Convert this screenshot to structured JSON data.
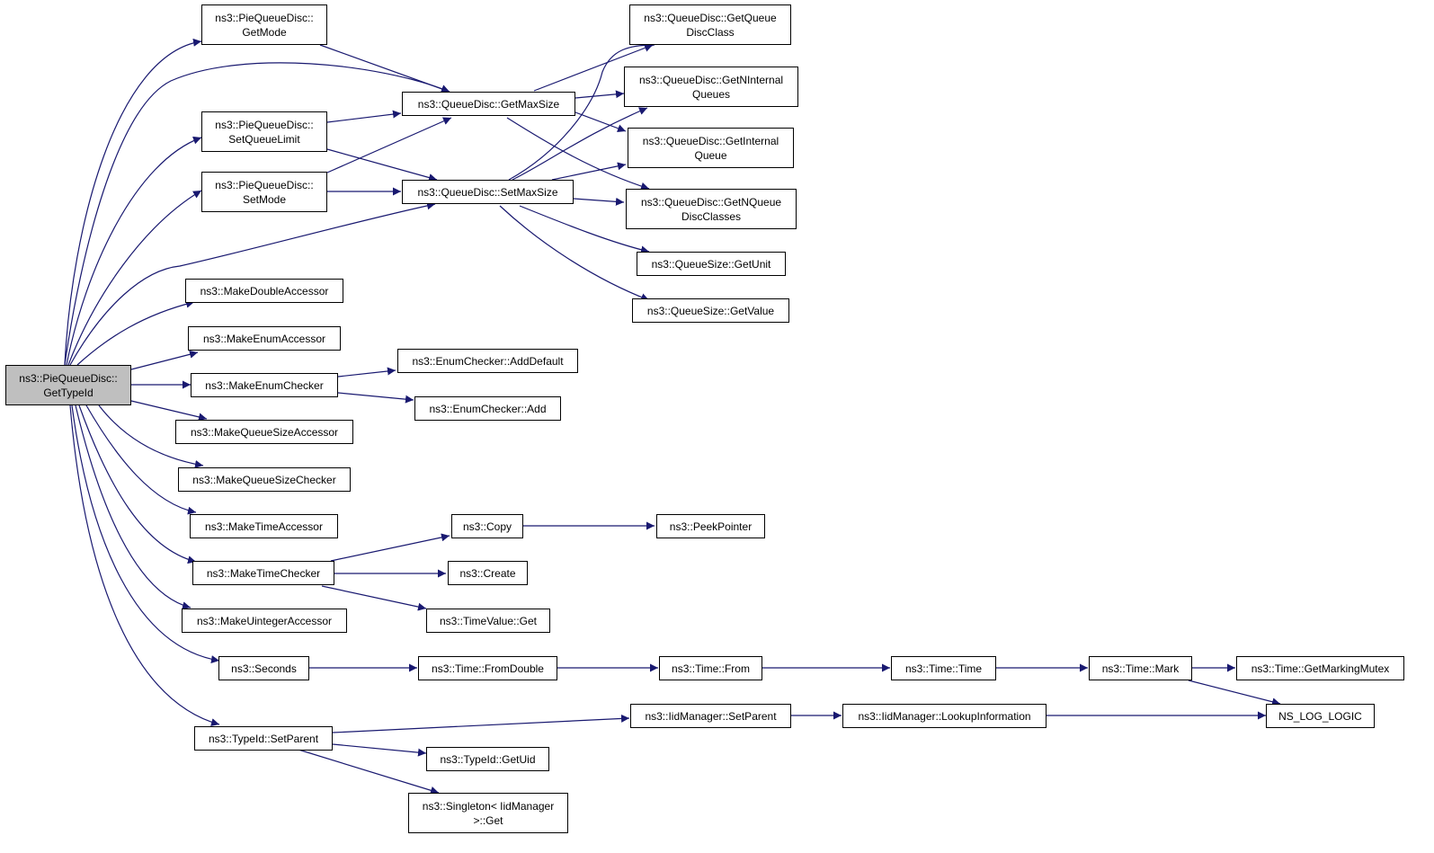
{
  "colors": {
    "edge": "#191970",
    "root_fill": "#bfbfbf",
    "node_fill": "#ffffff",
    "node_border": "#000000"
  },
  "nodes": {
    "root": [
      "ns3::PieQueueDisc::",
      "GetTypeId"
    ],
    "pie_getmode": [
      "ns3::PieQueueDisc::",
      "GetMode"
    ],
    "pie_setqueuelimit": [
      "ns3::PieQueueDisc::",
      "SetQueueLimit"
    ],
    "pie_setmode": [
      "ns3::PieQueueDisc::",
      "SetMode"
    ],
    "make_double_accessor": [
      "ns3::MakeDoubleAccessor"
    ],
    "make_enum_accessor": [
      "ns3::MakeEnumAccessor"
    ],
    "make_enum_checker": [
      "ns3::MakeEnumChecker"
    ],
    "make_queuesize_accessor": [
      "ns3::MakeQueueSizeAccessor"
    ],
    "make_queuesize_checker": [
      "ns3::MakeQueueSizeChecker"
    ],
    "make_time_accessor": [
      "ns3::MakeTimeAccessor"
    ],
    "make_time_checker": [
      "ns3::MakeTimeChecker"
    ],
    "make_uinteger_accessor": [
      "ns3::MakeUintegerAccessor"
    ],
    "seconds": [
      "ns3::Seconds"
    ],
    "typeid_setparent": [
      "ns3::TypeId::SetParent"
    ],
    "qd_getmaxsize": [
      "ns3::QueueDisc::GetMaxSize"
    ],
    "qd_setmaxsize": [
      "ns3::QueueDisc::SetMaxSize"
    ],
    "qd_getqueuedisclass": [
      "ns3::QueueDisc::GetQueue",
      "DiscClass"
    ],
    "qd_getninternalqueues": [
      "ns3::QueueDisc::GetNInternal",
      "Queues"
    ],
    "qd_getinternalqueue": [
      "ns3::QueueDisc::GetInternal",
      "Queue"
    ],
    "qd_getnqueuedisclasses": [
      "ns3::QueueDisc::GetNQueue",
      "DiscClasses"
    ],
    "qs_getunit": [
      "ns3::QueueSize::GetUnit"
    ],
    "qs_getvalue": [
      "ns3::QueueSize::GetValue"
    ],
    "enum_adddefault": [
      "ns3::EnumChecker::AddDefault"
    ],
    "enum_add": [
      "ns3::EnumChecker::Add"
    ],
    "copy": [
      "ns3::Copy"
    ],
    "peekpointer": [
      "ns3::PeekPointer"
    ],
    "create": [
      "ns3::Create"
    ],
    "timevalue_get": [
      "ns3::TimeValue::Get"
    ],
    "time_fromdouble": [
      "ns3::Time::FromDouble"
    ],
    "time_from": [
      "ns3::Time::From"
    ],
    "time_time": [
      "ns3::Time::Time"
    ],
    "time_mark": [
      "ns3::Time::Mark"
    ],
    "time_getmarkingmutex": [
      "ns3::Time::GetMarkingMutex"
    ],
    "ns_log_logic": [
      "NS_LOG_LOGIC"
    ],
    "iid_setparent": [
      "ns3::IidManager::SetParent"
    ],
    "iid_lookupinformation": [
      "ns3::IidManager::LookupInformation"
    ],
    "typeid_getuid": [
      "ns3::TypeId::GetUid"
    ],
    "singleton_get": [
      "ns3::Singleton< IidManager",
      " >::Get"
    ]
  }
}
